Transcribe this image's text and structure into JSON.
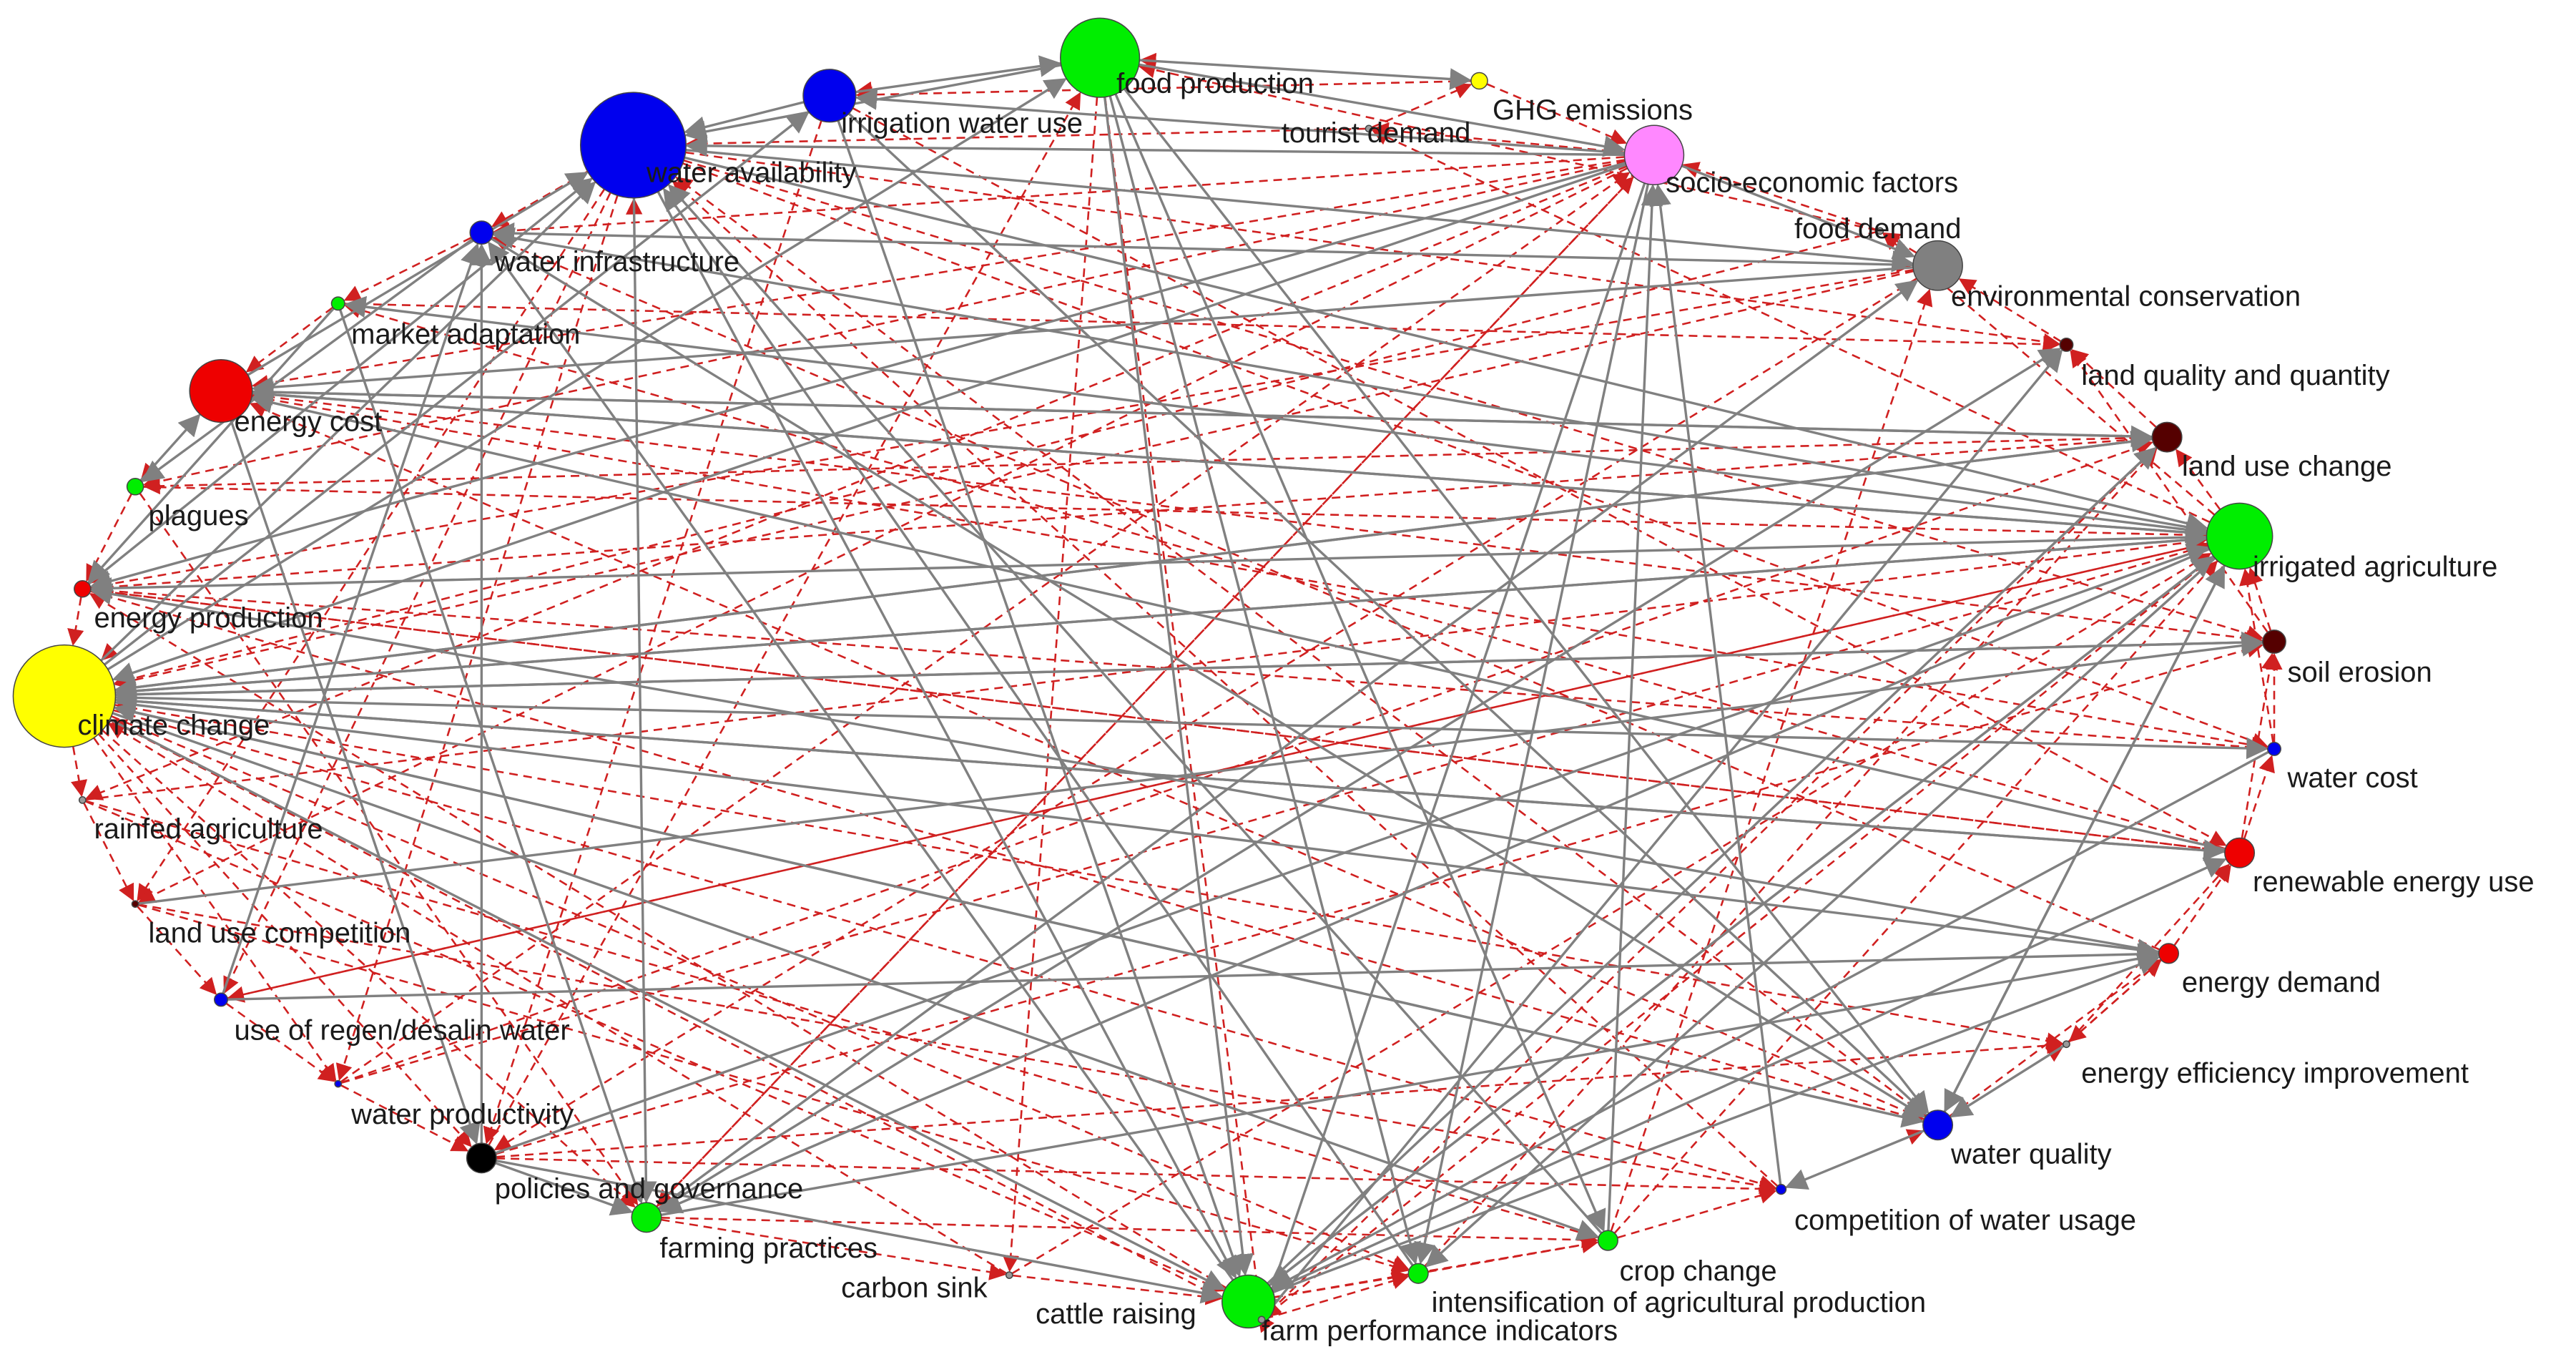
{
  "nodes": [
    {
      "id": "food_production",
      "label": "food production",
      "color": "#00ee00",
      "r": 24
    },
    {
      "id": "ghg",
      "label": "GHG emissions",
      "color": "#ffff00",
      "r": 5
    },
    {
      "id": "irrigation_water_use",
      "label": "irrigation water use",
      "color": "#0000ee",
      "r": 16
    },
    {
      "id": "tourist_demand",
      "label": "tourist demand",
      "color": "#999999",
      "r": 2
    },
    {
      "id": "water_availability",
      "label": "water availability",
      "color": "#0000ee",
      "r": 32
    },
    {
      "id": "socio_economic",
      "label": "socio-economic factors",
      "color": "#ff88ff",
      "r": 18
    },
    {
      "id": "food_demand",
      "label": "food demand",
      "color": "#999999",
      "r": 2
    },
    {
      "id": "water_infrastructure",
      "label": "water infrastructure",
      "color": "#0000ee",
      "r": 7
    },
    {
      "id": "env_conservation",
      "label": "environmental conservation",
      "color": "#808080",
      "r": 15
    },
    {
      "id": "market_adaptation",
      "label": "market adaptation",
      "color": "#00ee00",
      "r": 4
    },
    {
      "id": "land_quality",
      "label": "land quality and quantity",
      "color": "#550000",
      "r": 4
    },
    {
      "id": "energy_cost",
      "label": "energy cost",
      "color": "#ee0000",
      "r": 19
    },
    {
      "id": "land_use_change",
      "label": "land use change",
      "color": "#550000",
      "r": 9
    },
    {
      "id": "plagues",
      "label": "plagues",
      "color": "#00ee00",
      "r": 5
    },
    {
      "id": "irrigated_agri",
      "label": "irrigated agriculture",
      "color": "#00ee00",
      "r": 20
    },
    {
      "id": "energy_production",
      "label": "energy production",
      "color": "#ee0000",
      "r": 5
    },
    {
      "id": "soil_erosion",
      "label": "soil erosion",
      "color": "#550000",
      "r": 7
    },
    {
      "id": "climate_change",
      "label": "climate change",
      "color": "#ffff00",
      "r": 31
    },
    {
      "id": "water_cost",
      "label": "water cost",
      "color": "#0000ee",
      "r": 4
    },
    {
      "id": "rainfed_agri",
      "label": "rainfed agriculture",
      "color": "#999999",
      "r": 2
    },
    {
      "id": "renewable_energy",
      "label": "renewable energy use",
      "color": "#ee0000",
      "r": 9
    },
    {
      "id": "land_use_competition",
      "label": "land use competition",
      "color": "#550000",
      "r": 2
    },
    {
      "id": "energy_demand",
      "label": "energy demand",
      "color": "#ee0000",
      "r": 6
    },
    {
      "id": "regen_desalin",
      "label": "use of regen/desalin water",
      "color": "#0000ee",
      "r": 4
    },
    {
      "id": "energy_efficiency",
      "label": "energy efficiency improvement",
      "color": "#999999",
      "r": 2
    },
    {
      "id": "water_productivity",
      "label": "water productivity",
      "color": "#0000ee",
      "r": 2
    },
    {
      "id": "water_quality",
      "label": "water quality",
      "color": "#0000ee",
      "r": 9
    },
    {
      "id": "policies",
      "label": "policies and governance",
      "color": "#000000",
      "r": 9
    },
    {
      "id": "competition_water",
      "label": "competition of water usage",
      "color": "#0000ee",
      "r": 3
    },
    {
      "id": "farming_practices",
      "label": "farming practices",
      "color": "#00ee00",
      "r": 9
    },
    {
      "id": "crop_change",
      "label": "crop change",
      "color": "#00ee00",
      "r": 6
    },
    {
      "id": "carbon_sink",
      "label": "carbon sink",
      "color": "#999999",
      "r": 2
    },
    {
      "id": "cattle_raising",
      "label": "cattle raising",
      "color": "#00ee00",
      "r": 16
    },
    {
      "id": "intensification",
      "label": "intensification of agricultural production",
      "color": "#00ee00",
      "r": 6
    },
    {
      "id": "farm_performance",
      "label": "farm performance indicators",
      "color": "#999999",
      "r": 2
    }
  ],
  "edges_solid": [
    [
      "food_production",
      "ghg"
    ],
    [
      "food_production",
      "socio_economic"
    ],
    [
      "irrigation_water_use",
      "food_production"
    ],
    [
      "socio_economic",
      "irrigation_water_use"
    ],
    [
      "socio_economic",
      "water_availability"
    ],
    [
      "socio_economic",
      "env_conservation"
    ],
    [
      "climate_change",
      "water_availability"
    ],
    [
      "climate_change",
      "irrigation_water_use"
    ],
    [
      "climate_change",
      "food_production"
    ],
    [
      "climate_change",
      "land_use_change"
    ],
    [
      "climate_change",
      "irrigated_agri"
    ],
    [
      "climate_change",
      "soil_erosion"
    ],
    [
      "climate_change",
      "water_cost"
    ],
    [
      "climate_change",
      "renewable_energy"
    ],
    [
      "climate_change",
      "water_quality"
    ],
    [
      "climate_change",
      "cattle_raising"
    ],
    [
      "climate_change",
      "crop_change"
    ],
    [
      "climate_change",
      "energy_demand"
    ],
    [
      "energy_cost",
      "irrigated_agri"
    ],
    [
      "energy_cost",
      "land_use_change"
    ],
    [
      "energy_cost",
      "water_availability"
    ],
    [
      "energy_cost",
      "policies"
    ],
    [
      "water_availability",
      "irrigated_agri"
    ],
    [
      "water_availability",
      "farming_practices"
    ],
    [
      "water_availability",
      "cattle_raising"
    ],
    [
      "water_availability",
      "env_conservation"
    ],
    [
      "irrigated_agri",
      "cattle_raising"
    ],
    [
      "irrigated_agri",
      "farming_practices"
    ],
    [
      "irrigated_agri",
      "intensification"
    ],
    [
      "irrigated_agri",
      "water_quality"
    ],
    [
      "irrigated_agri",
      "energy_production"
    ],
    [
      "irrigated_agri",
      "water_infrastructure"
    ],
    [
      "irrigated_agri",
      "market_adaptation"
    ],
    [
      "food_production",
      "cattle_raising"
    ],
    [
      "food_production",
      "intensification"
    ],
    [
      "food_production",
      "water_quality"
    ],
    [
      "food_production",
      "crop_change"
    ],
    [
      "irrigation_water_use",
      "cattle_raising"
    ],
    [
      "irrigation_water_use",
      "water_quality"
    ],
    [
      "policies",
      "farming_practices"
    ],
    [
      "policies",
      "cattle_raising"
    ],
    [
      "policies",
      "water_infrastructure"
    ],
    [
      "regen_desalin",
      "water_infrastructure"
    ],
    [
      "regen_desalin",
      "energy_demand"
    ],
    [
      "farming_practices",
      "energy_demand"
    ],
    [
      "farming_practices",
      "env_conservation"
    ],
    [
      "farming_practices",
      "land_quality"
    ],
    [
      "cattle_raising",
      "irrigated_agri"
    ],
    [
      "cattle_raising",
      "land_use_change"
    ],
    [
      "cattle_raising",
      "renewable_energy"
    ],
    [
      "cattle_raising",
      "energy_demand"
    ],
    [
      "cattle_raising",
      "water_infrastructure"
    ],
    [
      "water_quality",
      "climate_change"
    ],
    [
      "water_quality",
      "competition_water"
    ],
    [
      "water_quality",
      "irrigated_agri"
    ],
    [
      "renewable_energy",
      "energy_cost"
    ],
    [
      "renewable_energy",
      "climate_change"
    ],
    [
      "energy_demand",
      "energy_production"
    ],
    [
      "land_use_change",
      "climate_change"
    ],
    [
      "land_use_change",
      "energy_cost"
    ],
    [
      "env_conservation",
      "energy_cost"
    ],
    [
      "env_conservation",
      "water_infrastructure"
    ],
    [
      "water_infrastructure",
      "plagues"
    ],
    [
      "water_infrastructure",
      "water_quality"
    ],
    [
      "market_adaptation",
      "energy_production"
    ],
    [
      "market_adaptation",
      "farming_practices"
    ],
    [
      "plagues",
      "energy_cost"
    ],
    [
      "energy_production",
      "water_availability"
    ],
    [
      "socio_economic",
      "energy_production"
    ],
    [
      "socio_economic",
      "climate_change"
    ],
    [
      "socio_economic",
      "intensification"
    ],
    [
      "socio_economic",
      "farm_performance"
    ],
    [
      "food_production",
      "water_availability"
    ],
    [
      "irrigation_water_use",
      "water_availability"
    ],
    [
      "crop_change",
      "water_availability"
    ],
    [
      "intensification",
      "water_availability"
    ],
    [
      "soil_erosion",
      "climate_change"
    ],
    [
      "water_cost",
      "cattle_raising"
    ],
    [
      "competition_water",
      "socio_economic"
    ],
    [
      "crop_change",
      "socio_economic"
    ],
    [
      "farm_performance",
      "land_quality"
    ],
    [
      "policies",
      "irrigated_agri"
    ],
    [
      "energy_efficiency",
      "water_quality"
    ],
    [
      "land_use_competition",
      "soil_erosion"
    ],
    [
      "irrigated_agri",
      "climate_change"
    ],
    [
      "irrigated_agri",
      "energy_cost"
    ]
  ],
  "edges_dashed": [
    [
      "ghg",
      "socio_economic"
    ],
    [
      "ghg",
      "irrigation_water_use"
    ],
    [
      "tourist_demand",
      "water_availability"
    ],
    [
      "food_demand",
      "food_production"
    ],
    [
      "food_demand",
      "climate_change"
    ],
    [
      "socio_economic",
      "water_infrastructure"
    ],
    [
      "water_infrastructure",
      "env_conservation"
    ],
    [
      "market_adaptation",
      "land_quality"
    ],
    [
      "energy_cost",
      "soil_erosion"
    ],
    [
      "energy_cost",
      "water_cost"
    ],
    [
      "plagues",
      "irrigated_agri"
    ],
    [
      "plagues",
      "farming_practices"
    ],
    [
      "energy_production",
      "renewable_energy"
    ],
    [
      "energy_production",
      "land_use_change"
    ],
    [
      "energy_production",
      "water_quality"
    ],
    [
      "climate_change",
      "intensification"
    ],
    [
      "climate_change",
      "farm_performance"
    ],
    [
      "climate_change",
      "farming_practices"
    ],
    [
      "rainfed_agri",
      "cattle_raising"
    ],
    [
      "rainfed_agri",
      "crop_change"
    ],
    [
      "rainfed_agri",
      "irrigated_agri"
    ],
    [
      "land_use_competition",
      "competition_water"
    ],
    [
      "land_use_competition",
      "intensification"
    ],
    [
      "regen_desalin",
      "irrigated_agri"
    ],
    [
      "water_productivity",
      "socio_economic"
    ],
    [
      "water_productivity",
      "land_use_change"
    ],
    [
      "water_productivity",
      "irrigated_agri"
    ],
    [
      "policies",
      "energy_efficiency"
    ],
    [
      "policies",
      "competition_water"
    ],
    [
      "farming_practices",
      "crop_change"
    ],
    [
      "carbon_sink",
      "climate_change"
    ],
    [
      "carbon_sink",
      "irrigated_agri"
    ],
    [
      "cattle_raising",
      "intensification"
    ],
    [
      "cattle_raising",
      "crop_change"
    ],
    [
      "intensification",
      "land_use_change"
    ],
    [
      "crop_change",
      "irrigated_agri"
    ],
    [
      "crop_change",
      "env_conservation"
    ],
    [
      "water_quality",
      "energy_demand"
    ],
    [
      "competition_water",
      "water_availability"
    ],
    [
      "energy_efficiency",
      "renewable_energy"
    ],
    [
      "energy_demand",
      "energy_efficiency"
    ],
    [
      "renewable_energy",
      "soil_erosion"
    ],
    [
      "water_cost",
      "irrigated_agri"
    ],
    [
      "soil_erosion",
      "land_quality"
    ],
    [
      "irrigated_agri",
      "land_use_change"
    ],
    [
      "land_use_change",
      "land_quality"
    ],
    [
      "land_quality",
      "env_conservation"
    ],
    [
      "env_conservation",
      "food_demand"
    ],
    [
      "food_demand",
      "socio_economic"
    ],
    [
      "socio_economic",
      "tourist_demand"
    ],
    [
      "tourist_demand",
      "ghg"
    ],
    [
      "ghg",
      "food_production"
    ],
    [
      "food_production",
      "irrigation_water_use"
    ],
    [
      "irrigation_water_use",
      "water_availability"
    ],
    [
      "water_availability",
      "water_infrastructure"
    ],
    [
      "water_infrastructure",
      "market_adaptation"
    ],
    [
      "market_adaptation",
      "energy_cost"
    ],
    [
      "energy_cost",
      "plagues"
    ],
    [
      "plagues",
      "energy_production"
    ],
    [
      "energy_production",
      "climate_change"
    ],
    [
      "climate_change",
      "rainfed_agri"
    ],
    [
      "rainfed_agri",
      "land_use_competition"
    ],
    [
      "land_use_competition",
      "regen_desalin"
    ],
    [
      "regen_desalin",
      "water_productivity"
    ],
    [
      "water_productivity",
      "policies"
    ],
    [
      "policies",
      "farming_practices"
    ],
    [
      "farming_practices",
      "carbon_sink"
    ],
    [
      "carbon_sink",
      "cattle_raising"
    ],
    [
      "cattle_raising",
      "farm_performance"
    ],
    [
      "farm_performance",
      "intensification"
    ],
    [
      "intensification",
      "crop_change"
    ],
    [
      "crop_change",
      "competition_water"
    ],
    [
      "competition_water",
      "water_quality"
    ],
    [
      "water_quality",
      "energy_efficiency"
    ],
    [
      "energy_efficiency",
      "energy_demand"
    ],
    [
      "energy_demand",
      "renewable_energy"
    ],
    [
      "renewable_energy",
      "water_cost"
    ],
    [
      "water_cost",
      "soil_erosion"
    ],
    [
      "soil_erosion",
      "irrigated_agri"
    ],
    [
      "water_availability",
      "energy_production"
    ],
    [
      "water_availability",
      "climate_change"
    ],
    [
      "water_availability",
      "land_use_competition"
    ],
    [
      "water_availability",
      "regen_desalin"
    ],
    [
      "water_availability",
      "water_productivity"
    ],
    [
      "water_availability",
      "water_cost"
    ],
    [
      "water_availability",
      "soil_erosion"
    ],
    [
      "water_availability",
      "land_quality"
    ],
    [
      "socio_economic",
      "energy_cost"
    ],
    [
      "socio_economic",
      "plagues"
    ],
    [
      "socio_economic",
      "rainfed_agri"
    ],
    [
      "socio_economic",
      "farming_practices"
    ],
    [
      "socio_economic",
      "land_use_competition"
    ],
    [
      "food_production",
      "farm_performance"
    ],
    [
      "food_production",
      "carbon_sink"
    ],
    [
      "irrigation_water_use",
      "policies"
    ],
    [
      "irrigation_water_use",
      "renewable_energy"
    ],
    [
      "env_conservation",
      "climate_change"
    ],
    [
      "env_conservation",
      "energy_production"
    ],
    [
      "env_conservation",
      "policies"
    ],
    [
      "land_use_change",
      "plagues"
    ],
    [
      "land_use_change",
      "farm_performance"
    ],
    [
      "irrigated_agri",
      "regen_desalin"
    ],
    [
      "irrigated_agri",
      "farm_performance"
    ],
    [
      "irrigated_agri",
      "food_demand"
    ],
    [
      "irrigated_agri",
      "tourist_demand"
    ],
    [
      "water_cost",
      "climate_change"
    ],
    [
      "water_cost",
      "energy_production"
    ],
    [
      "renewable_energy",
      "energy_production"
    ],
    [
      "renewable_energy",
      "market_adaptation"
    ],
    [
      "energy_demand",
      "climate_change"
    ],
    [
      "energy_demand",
      "water_infrastructure"
    ],
    [
      "water_quality",
      "water_availability"
    ],
    [
      "water_quality",
      "energy_cost"
    ],
    [
      "cattle_raising",
      "climate_change"
    ],
    [
      "cattle_raising",
      "energy_production"
    ],
    [
      "farming_practices",
      "socio_economic"
    ],
    [
      "farming_practices",
      "water_availability"
    ],
    [
      "policies",
      "food_production"
    ],
    [
      "policies",
      "soil_erosion"
    ],
    [
      "climate_change",
      "policies"
    ],
    [
      "climate_change",
      "water_productivity"
    ],
    [
      "climate_change",
      "energy_efficiency"
    ],
    [
      "climate_change",
      "competition_water"
    ]
  ]
}
